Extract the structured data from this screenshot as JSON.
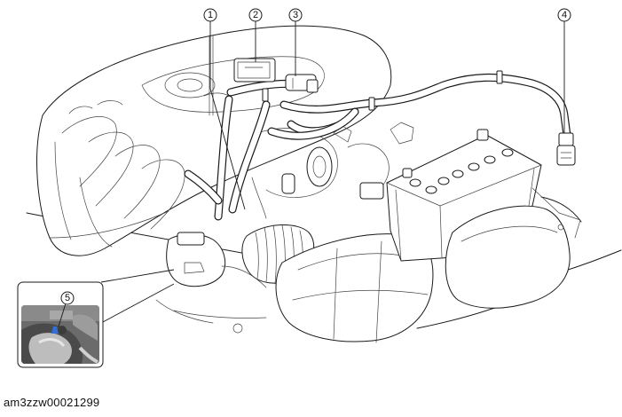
{
  "figure": {
    "caption": "am3zzw00021299",
    "callouts": [
      {
        "id": "callout-1",
        "label": "1"
      },
      {
        "id": "callout-2",
        "label": "2"
      },
      {
        "id": "callout-3",
        "label": "3"
      },
      {
        "id": "callout-4",
        "label": "4"
      },
      {
        "id": "callout-5",
        "label": "5"
      }
    ],
    "inset": {
      "callout": "5"
    }
  }
}
